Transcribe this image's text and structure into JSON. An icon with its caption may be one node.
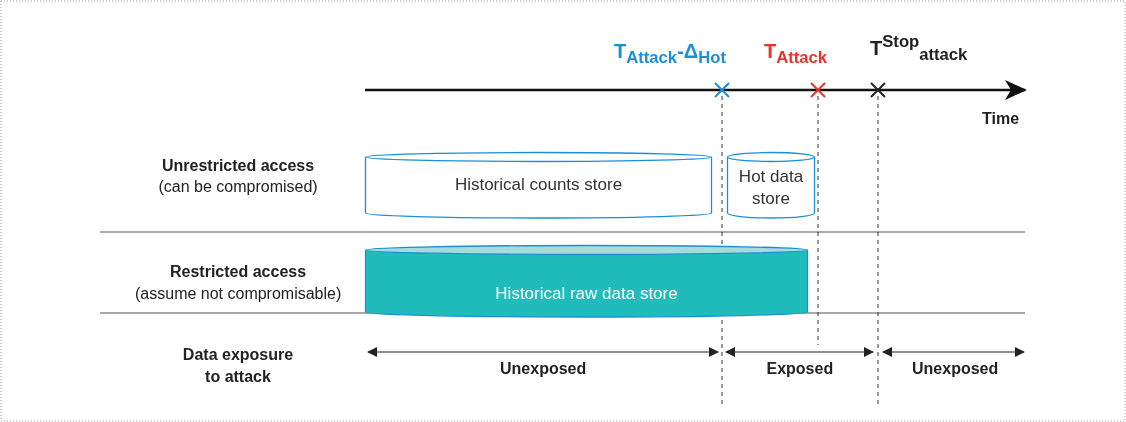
{
  "diagram": {
    "nodes": [
      {
        "text": [
          "Historical counts store"
        ]
      },
      {
        "text": [
          "Hot data store"
        ]
      },
      {
        "text": [
          "Historical raw data store"
        ]
      }
    ],
    "labels": [
      "T$_{Attack}$-Δ$_{Hot}$",
      "T$_{Attack}$",
      "T$^{Stop}$$_{attack}$",
      "Time",
      "Unrestricted access",
      "(can be compromised)",
      "Restricted access",
      "(assume not compromisable)",
      "Data exposure to attack",
      "Unexposed",
      "Exposed",
      "Unexposed"
    ]
  }
}
